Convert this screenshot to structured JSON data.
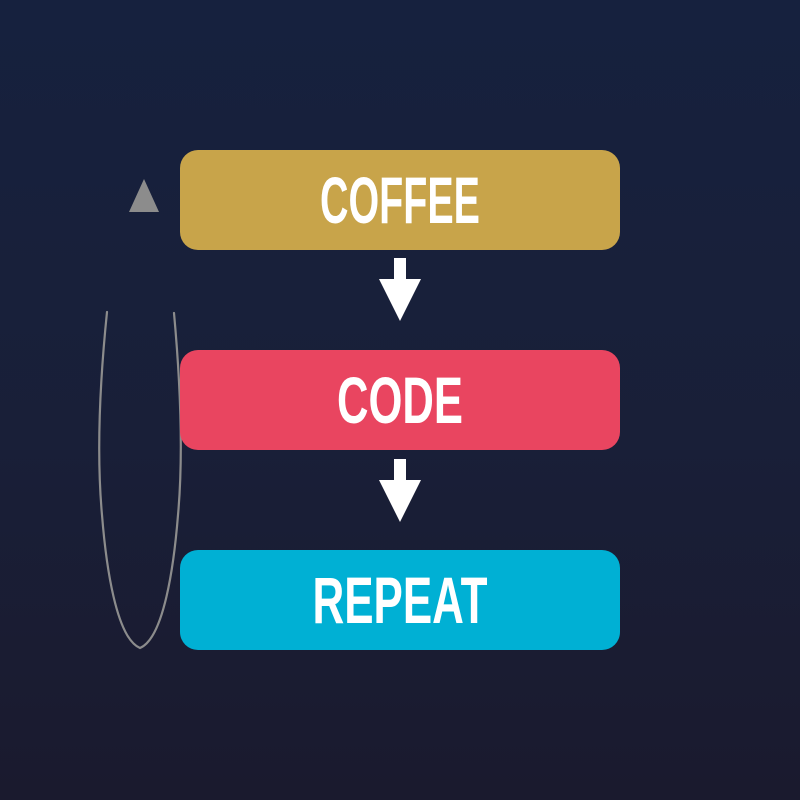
{
  "diagram": {
    "name": "coffee-code-repeat-loop",
    "nodes": [
      {
        "label": "COFFEE",
        "color": "#C8A44A"
      },
      {
        "label": "CODE",
        "color": "#E94560"
      },
      {
        "label": "REPEAT",
        "color": "#00B0D4"
      }
    ],
    "connectors": {
      "down_arrow_color": "#FFFFFF",
      "loop_color": "#8C8C8C"
    }
  },
  "colors": {
    "background_top": "#16213E",
    "background_bottom": "#1A1A2E",
    "label_text": "#FFFFFF"
  }
}
